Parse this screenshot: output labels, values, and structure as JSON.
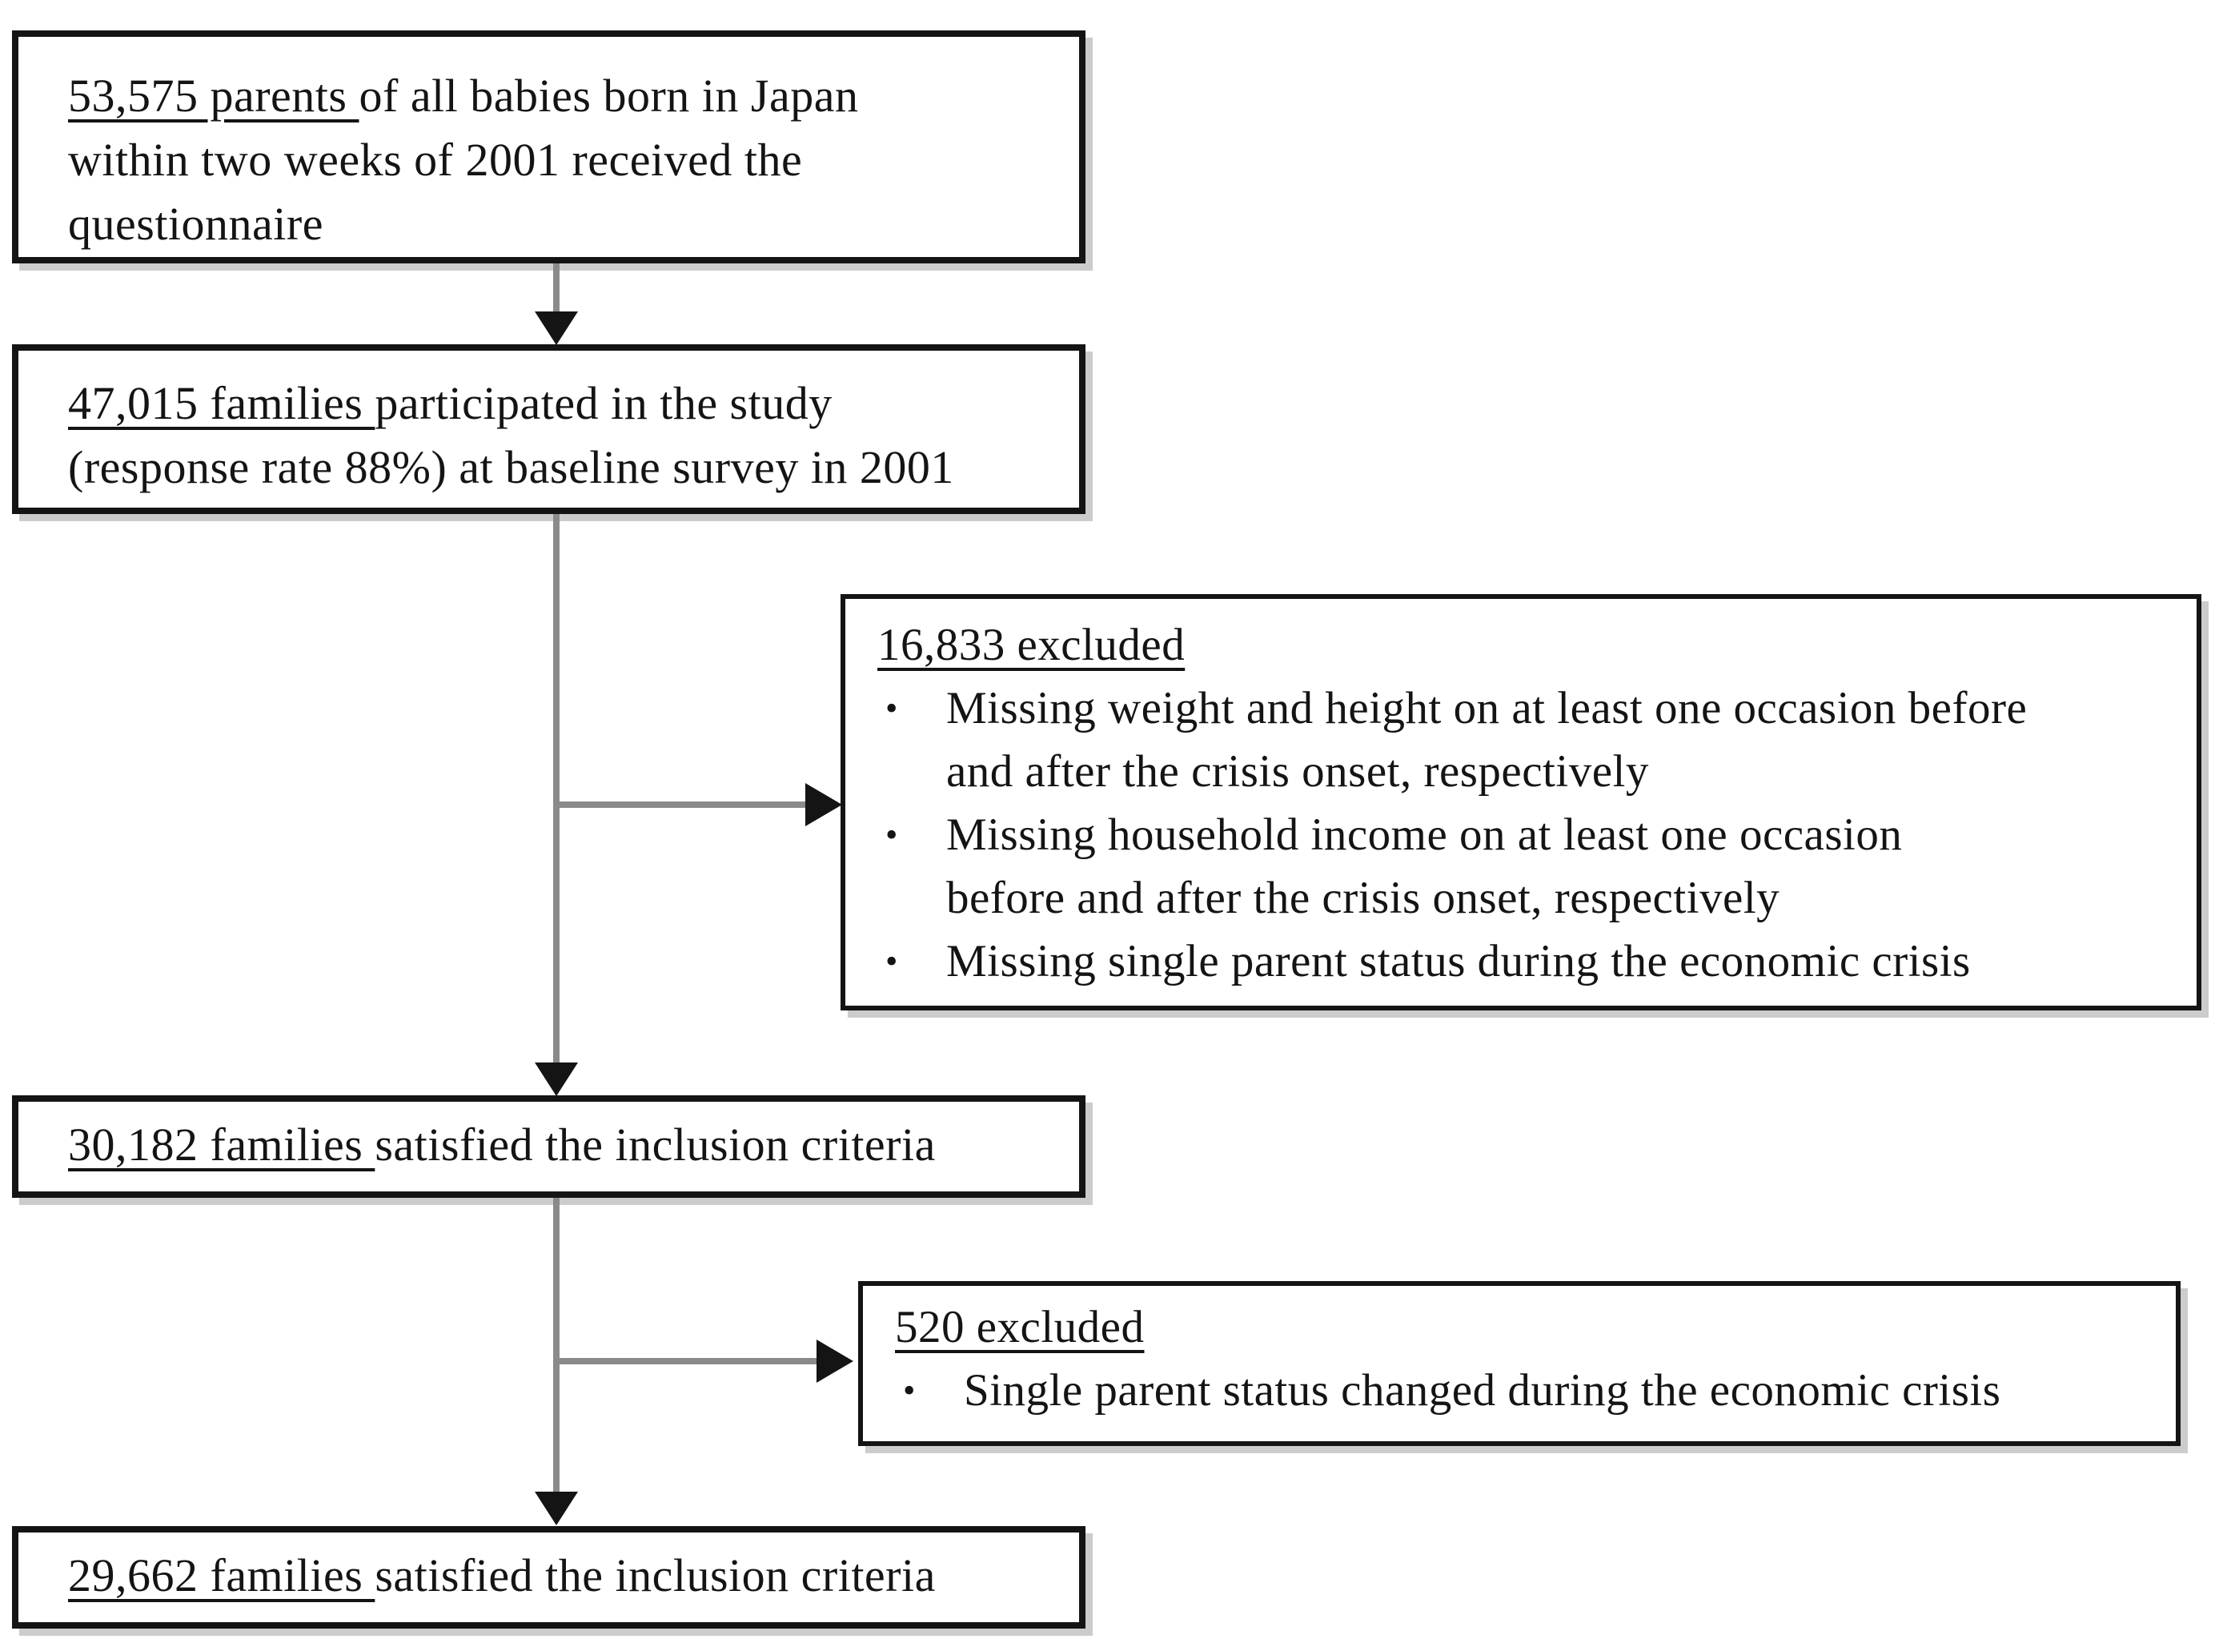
{
  "colors": {
    "background": "#ffffff",
    "box_border": "#141414",
    "text": "#141414",
    "connector_line": "#8a8a8a",
    "arrowhead": "#141414",
    "box_shadow": "#cccccc"
  },
  "glyphs": {
    "bullet": "•"
  },
  "boxes": {
    "questionnaire": {
      "lead": "53,575 parents ",
      "rest": [
        "of all babies born in Japan",
        "within two weeks of 2001 received the",
        "questionnaire"
      ]
    },
    "baseline": {
      "lead": "47,015 families ",
      "rest": [
        "participated in the study",
        "(response rate 88%) at baseline survey in 2001"
      ]
    },
    "excluded1": {
      "title": "16,833 excluded",
      "bullets": [
        [
          "Missing weight and height on at least one occasion before",
          "and after the crisis onset, respectively"
        ],
        [
          "Missing household income on at least one occasion",
          "before and after the crisis onset, respectively"
        ],
        [
          "Missing single parent status during the economic crisis"
        ]
      ]
    },
    "inclusion1": {
      "lead": "30,182 families ",
      "rest": [
        "satisfied the inclusion criteria"
      ]
    },
    "excluded2": {
      "title": "520 excluded",
      "bullets": [
        [
          "Single parent status changed during the economic crisis"
        ]
      ]
    },
    "inclusion2": {
      "lead": "29,662 families ",
      "rest": [
        "satisfied the inclusion criteria"
      ]
    }
  }
}
